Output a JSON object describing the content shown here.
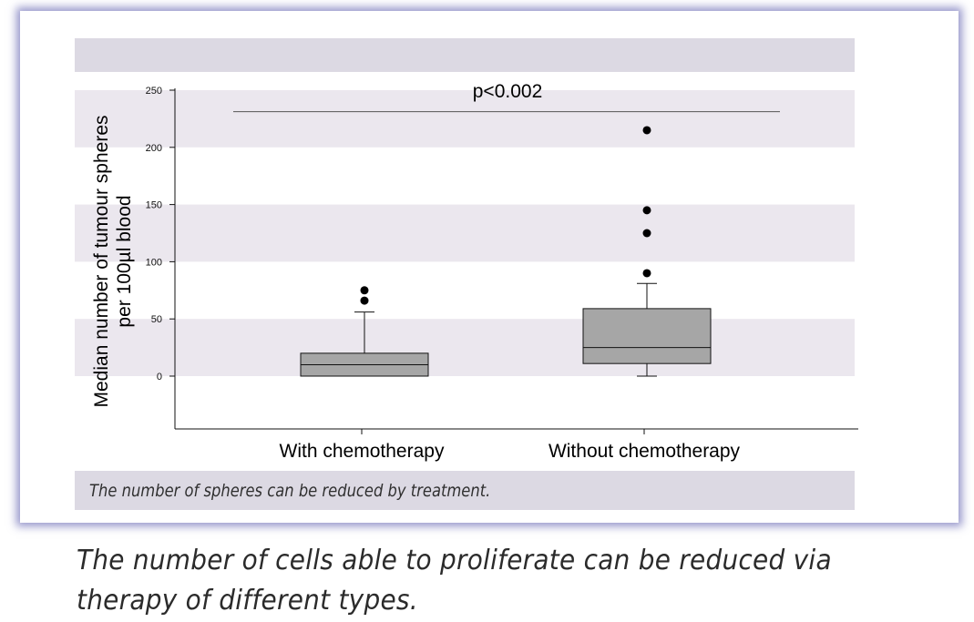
{
  "caption": "The number of spheres can be reduced by treatment.",
  "body_text": "The number of cells able to proliferate can be reduced via therapy of different types.",
  "colors": {
    "band": "#ebe7ee",
    "panel": "#dcd9e3",
    "box_fill": "#a6a6a6",
    "frame_shadow": "#5f5faf"
  },
  "chart_data": {
    "type": "boxplot",
    "title": "",
    "ylabel_lines": [
      "Median number of tumour spheres",
      "per 100µl blood"
    ],
    "xlabel": "",
    "ylim": [
      -45,
      255
    ],
    "yticks": [
      0,
      50,
      100,
      150,
      200,
      250
    ],
    "yticks_labels": [
      "0",
      "50",
      "100",
      "150",
      "200",
      "250"
    ],
    "categories": [
      "With chemotherapy",
      "Without chemotherapy"
    ],
    "boxes": [
      {
        "category": "With chemotherapy",
        "whisker_low": 0,
        "q1": 0,
        "median": 10,
        "q3": 20,
        "whisker_high": 56,
        "outliers": [
          66,
          75
        ]
      },
      {
        "category": "Without chemotherapy",
        "whisker_low": 0,
        "q1": 11,
        "median": 25,
        "q3": 59,
        "whisker_high": 81,
        "outliers": [
          90,
          125,
          145,
          215
        ]
      }
    ],
    "annotation": {
      "text": "p<0.002",
      "y": 232
    },
    "background_bands": [
      [
        200,
        250
      ],
      [
        100,
        150
      ],
      [
        0,
        50
      ]
    ],
    "grid": false,
    "legend": "none"
  }
}
